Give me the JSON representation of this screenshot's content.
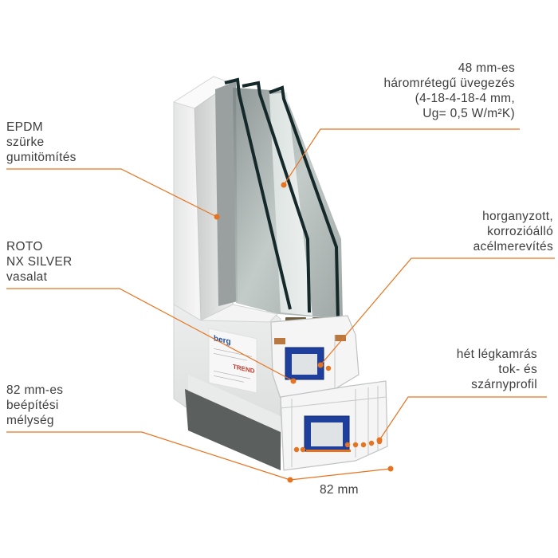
{
  "colors": {
    "accent": "#e8731e",
    "frame_white": "#f2f3f2",
    "glass_edge": "#15282a",
    "text": "#3d3d3d"
  },
  "labels": {
    "glazing": [
      "48 mm-es",
      "háromrétegű üvegezés",
      "(4-18-4-18-4 mm,",
      "Ug= 0,5 W/m²K)"
    ],
    "epdm": [
      "EPDM",
      "szürke",
      "gumitömítés"
    ],
    "roto": [
      "ROTO",
      "NX SILVER",
      "vasalat"
    ],
    "steel": [
      "horganyzott,",
      "korrozióálló",
      "acélmerevítés"
    ],
    "chambers": [
      "hét légkamrás",
      "tok- és",
      "szárnyprofil"
    ],
    "depth": [
      "82 mm-es",
      "beépítési",
      "mélység"
    ],
    "dimension": "82 mm"
  },
  "product_sticker": {
    "brand": "berg",
    "model": "TREND"
  }
}
